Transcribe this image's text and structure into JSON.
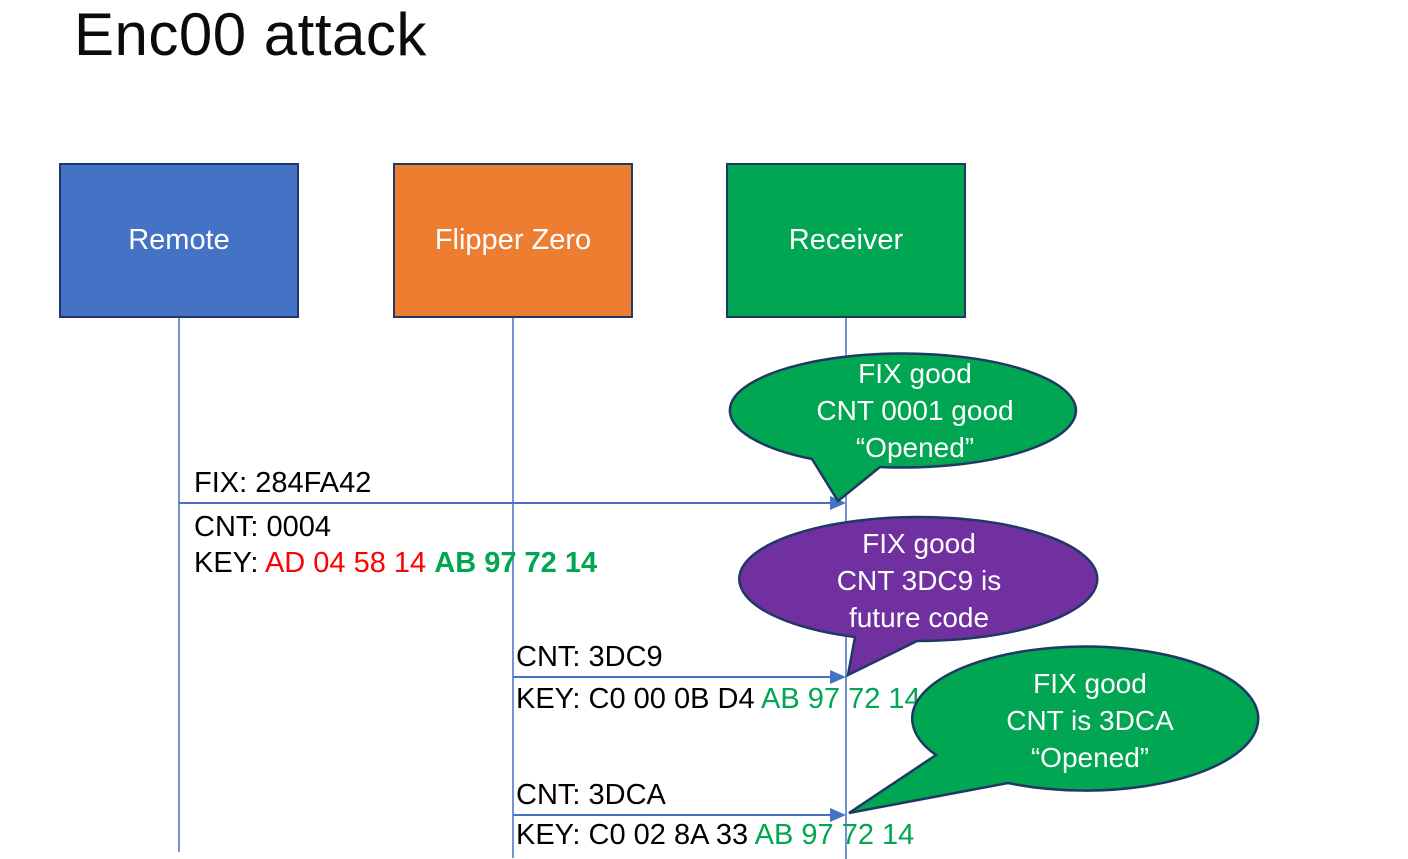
{
  "slide": {
    "title": "Enc00 attack"
  },
  "actors": {
    "remote": {
      "label": "Remote",
      "fill": "#4472C4"
    },
    "flipper": {
      "label": "Flipper Zero",
      "fill": "#ED7D31"
    },
    "receiver": {
      "label": "Receiver",
      "fill": "#00A651"
    }
  },
  "messages": {
    "m1": {
      "fix": "FIX: 284FA42",
      "cnt": "CNT: 0004",
      "key_label": "KEY: ",
      "key_red": "AD 04 58 14 ",
      "key_green": "AB 97 72 14"
    },
    "m2": {
      "cnt": "CNT: 3DC9",
      "key_label": "KEY: C0 00 0B D4 ",
      "key_green": "AB 97 72 14"
    },
    "m3": {
      "cnt": "CNT: 3DCA",
      "key_label": "KEY: C0 02 8A 33 ",
      "key_green": "AB 97 72 14"
    }
  },
  "callouts": {
    "c1": {
      "line1": "FIX good",
      "line2": "CNT 0001 good",
      "line3": "“Opened”",
      "fill": "#00A651"
    },
    "c2": {
      "line1": "FIX good",
      "line2": "CNT 3DC9 is",
      "line3": "future code",
      "fill": "#7030A0"
    },
    "c3": {
      "line1": "FIX good",
      "line2": "CNT is 3DCA",
      "line3": "“Opened”",
      "fill": "#00A651"
    }
  },
  "colors": {
    "connector_blue": "#4472C4",
    "outline_navy": "#1F3864",
    "key_red": "#FF0000",
    "key_green": "#00A651",
    "text_black": "#000000",
    "background": "#FFFFFF"
  }
}
